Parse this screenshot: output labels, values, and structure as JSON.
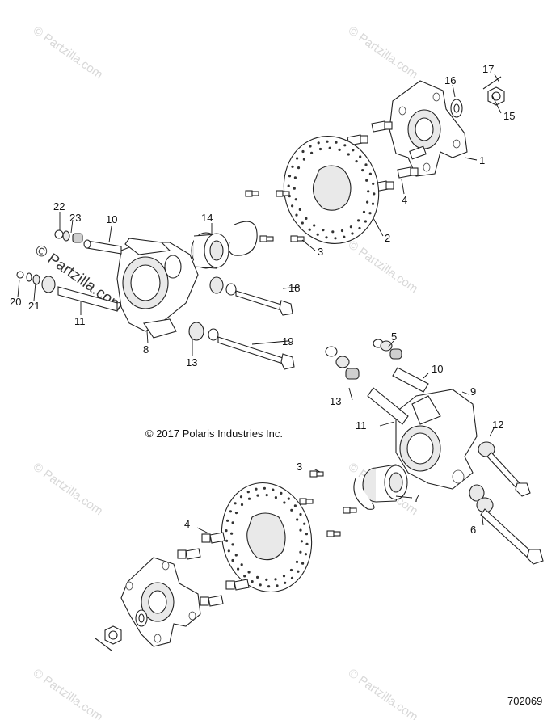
{
  "copyright": "© 2017 Polaris Industries Inc.",
  "diagram_number": "702069",
  "watermark": "© Partzilla.com",
  "callouts": [
    "1",
    "2",
    "3",
    "4",
    "5",
    "6",
    "7",
    "8",
    "9",
    "10",
    "11",
    "12",
    "13",
    "14",
    "15",
    "16",
    "17",
    "18",
    "19",
    "20",
    "21",
    "22",
    "23"
  ]
}
